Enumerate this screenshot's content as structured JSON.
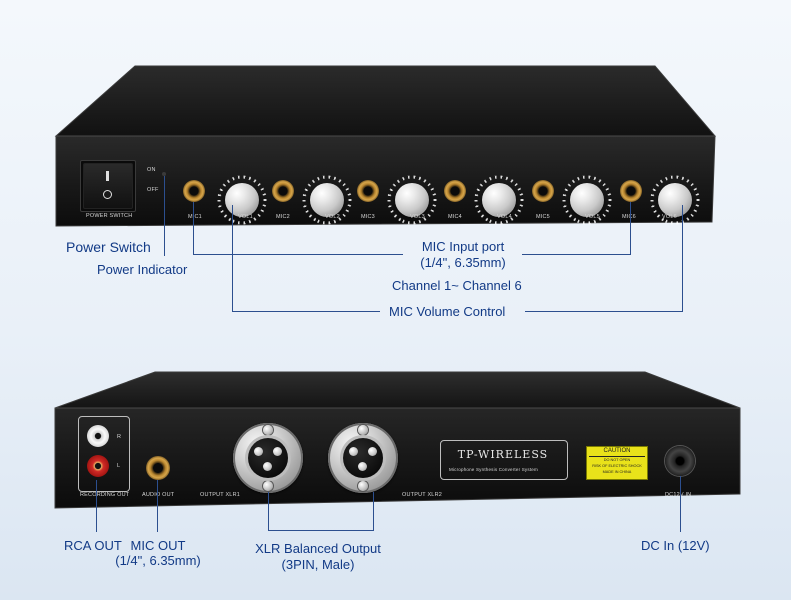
{
  "front_panel": {
    "power_switch_text": "POWER SWITCH",
    "switch_on": "ON",
    "switch_off": "OFF",
    "mic_labels": [
      "MIC1",
      "MIC2",
      "MIC3",
      "MIC4",
      "MIC5",
      "MIC6"
    ],
    "vol_labels": [
      "VOL1",
      "VOL2",
      "VOL3",
      "VOL4",
      "VOL5",
      "VOL6"
    ]
  },
  "front_callouts": {
    "power_switch": "Power Switch",
    "power_indicator": "Power Indicator",
    "mic_input_port": "MIC Input port",
    "mic_input_port_size": "(1/4\", 6.35mm)",
    "channels": "Channel 1~ Channel 6",
    "mic_volume_control": "MIC Volume Control"
  },
  "rear_panel": {
    "rca_r": "R",
    "rca_l": "L",
    "recording_out": "RECORDING OUT",
    "audio_out": "AUDIO OUT",
    "output_xlr1": "OUTPUT XLR1",
    "output_xlr2": "OUTPUT XLR2",
    "brand": "TP-WIRELESS",
    "brand_subtitle": "Microphone Synthesis Converter System",
    "caution_title": "CAUTION",
    "caution_line1": "DO NOT OPEN",
    "caution_line2": "RISK OF ELECTRIC SHOCK",
    "caution_line3": "MADE IN CHINA",
    "dc_in": "DC12V IN"
  },
  "rear_callouts": {
    "rca_out": "RCA OUT",
    "mic_out": "MIC OUT",
    "mic_out_size": "(1/4\", 6.35mm)",
    "xlr_output": "XLR Balanced Output",
    "xlr_output_spec": "(3PIN, Male)",
    "dc_in": "DC In (12V)"
  },
  "colors": {
    "callout_text": "#123a86",
    "callout_line": "#2c4f8f",
    "device_body": "#1b1b1b",
    "background": "#eef3f9"
  }
}
